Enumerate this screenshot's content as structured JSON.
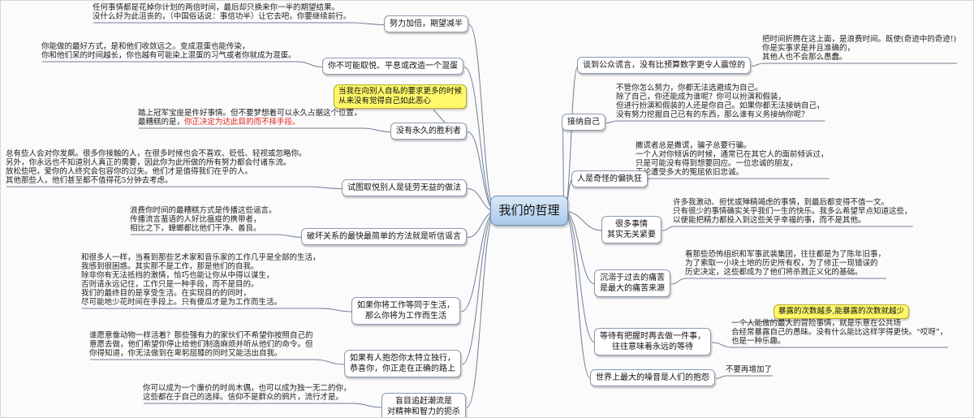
{
  "center": {
    "label": "我们的哲理"
  },
  "left_topics": [
    {
      "label": "努力加倍，期望减半",
      "note": "任何事情都是花掉你计划的两倍时间，最后却只换来你一半的期望结果。\n没什么好为此沮丧的，（中国俗话说：事倍功半）让它去吧，你要继续前行。"
    },
    {
      "label": "你不可能取悦、平息或改造一个混蛋",
      "note": "你能做的最好方式，是和他们收敛远之。变成混蛋也能传染，\n你和他们呆的时间越长，你也越有可能染上混蛋的习气或者你就成为混蛋。"
    },
    {
      "label": "没有永久的胜利者",
      "note_line1": "踏上冠军宝座是件好事情。但不要梦想着可以永久占据这个位置，",
      "note_prefix": "最糟糕的是，",
      "note_highlight": "你正决定为达此目的而不择手段。"
    },
    {
      "label": "试图取悦别人是徒劳无益的做法",
      "note": "总有些人会对你发飙。很多你接触的人，在很多时候也会不喜欢、贬低、轻视或忽略你。\n另外，你永远也不知道别人真正的需要，因此你为此所做的所有努力都会付诸东流。\n放松些吧，爱你的人终究会包容你的过失。他们才是值得我们在乎的人。\n其他那些人，他们甚至都不值得花5分钟去考虑。"
    },
    {
      "label": "破坏关系的最快最简单的方法就是听信谣言",
      "note": "浪费你时间的最糟糕方式是传播这些谣言。\n传播流言蜚语的人好比瘟疫的携带者，\n相比之下，蟑螂都比他们干净、善良。"
    },
    {
      "label": "如果你将工作等同于生活，\n那么你将为工作而生活",
      "note": "和很多人一样，当看到那些艺术家和音乐家的工作几乎是全部的生活，\n我感到很困惑。其实那不是工作，那是他们的自我。\n除非你有无法抵挡的激情，恰巧也能让你从中得以谋生，\n否则请永远记住，工作只是一种手段，而不是目的。\n我们的最终目的是享受生活。在实现目的的同时，\n尽可能地少花时间在手段上。只有傻瓜才是为工作而生活。"
    },
    {
      "label": "如果有人抱怨你太特立独行，\n恭喜你，你正走在正确的路上",
      "note": "谁愿意像动物一样活着？那些强有力的家伙们不希望你按照自己的\n意愿去做，他们希望你停止给他们制造麻烦并听从他们的命令。但\n你得知道，你无法做到在卑躬屈膝的同时又能活出自我。"
    },
    {
      "label": "盲目追赶潮流是\n对精神和智力的扼杀",
      "note": "你可以成为一个廉价的时尚木偶，也可以成为独一无二的你，\n这些都在于自己的选择。信仰不是群众的鸦片，流行才是。"
    }
  ],
  "callout": {
    "text": "当我在向别人自私的要求更多的时候\n从来没有觉得自己如此恶心"
  },
  "right_topics": [
    {
      "label": "谈到公众谎言，没有比预算数字更令人震惊的",
      "note": "把时间折腾在这上面，是浪费时间。既使(奇迹中的奇迹!)\n你是实事求是并且准确的，\n其他人也不会那么愚蠢。"
    },
    {
      "label": "接纳自己",
      "note": "不管你怎么努力，你都无法选避成为自己。\n除了自己，你还能成为谁呢？你可以扮演和假装，\n但进行扮演和假装的人还是你自己。如果你都无法接纳自己，\n没有努力挖掘自己已有的东西，那么谁有义务接纳你呢？"
    },
    {
      "label": "人是奇怪的偏执狂",
      "note": "撒谎者总是撒谎，骗子总要行骗。\n一个人对你倾诉的时候，通常已在其它人的面前倾诉过，\n只是可能没有得到想要回应。一位忠诚的朋友，\n无论遭受多大的冤屈依旧忠诚。"
    },
    {
      "label": "很多事情\n其实无关紧要",
      "note": "许多我激动、担忧或殚精竭虑的事情，到最后都变得不值一文。\n只有很少的事情确实关乎我们一生的快乐。我多么希望早点知道这些，\n以便能把精力都投入到这些关乎幸福的事，而不是其他。"
    },
    {
      "label": "沉溺于过去的痛苦\n是最大的痛苦来源",
      "note": "看那些恐怖组织和军事武装集团，往往都是为了陈年旧事，\n为了索取一小块土地的历史所有权，为了修正一现错误的\n历史决定，这些都成为了他们将杀戮正义化的基础。"
    },
    {
      "label": "等待有把握时再去做一件事，\n往往意味着永远的等待",
      "note": "一个人能做的最大的冒险事情，就是乐意在公共场\n合经常暴露自己的愚昧。没有什么能比这样学得更快。“哎呀”，\n也是一种乐趣。"
    },
    {
      "label": "世界上最大的噪音是人们的抱怨",
      "note": "不要再增加了"
    }
  ],
  "right_callout": {
    "text": "暴露的次数越多,能暴露的次数就越少"
  }
}
